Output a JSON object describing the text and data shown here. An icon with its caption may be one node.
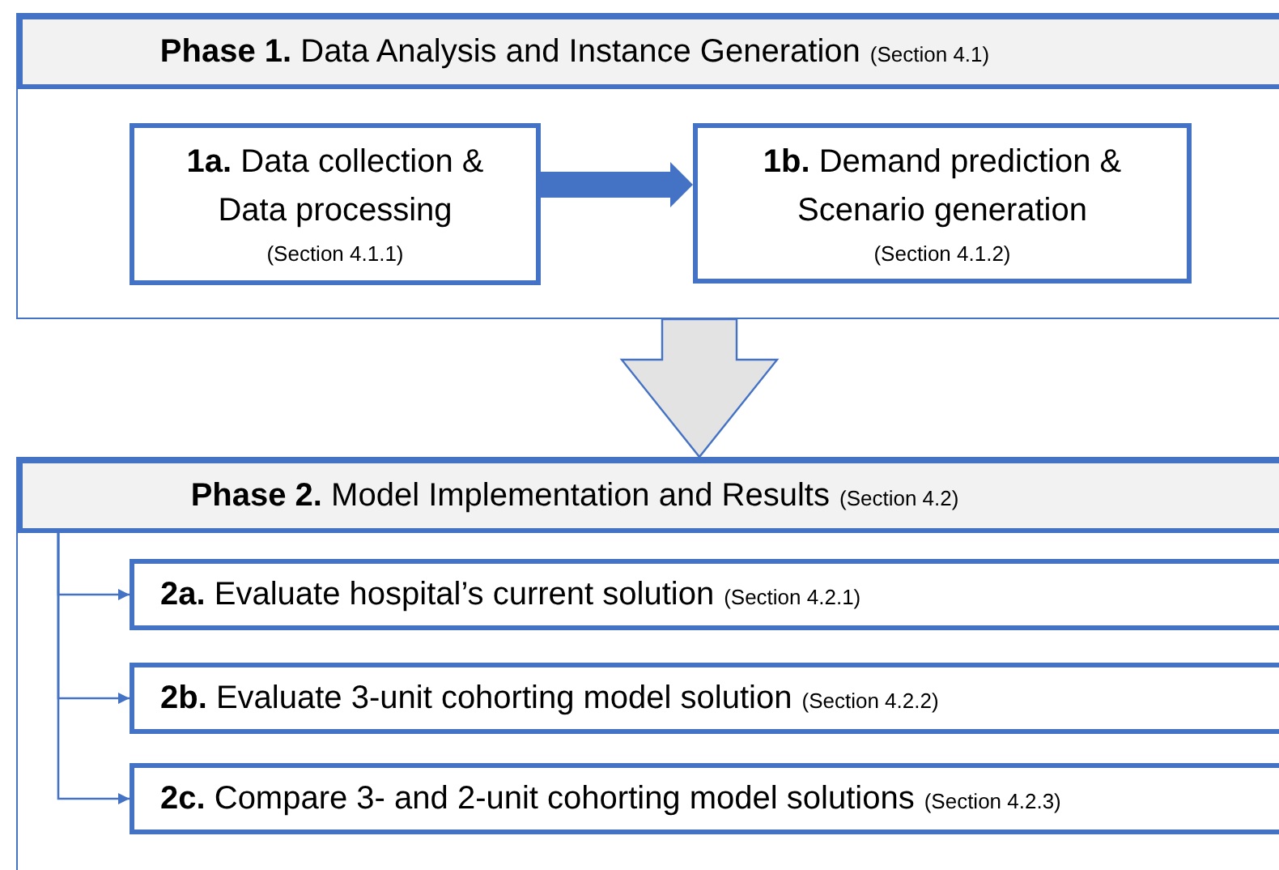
{
  "diagram": {
    "nodes": [
      {
        "text": [
          "**Phase 1.** Data Analysis and Instance Generation",
          "(Section 4.1)"
        ]
      },
      {
        "text": [
          "**1a.** Data collection & Data processing",
          "(Section 4.1.1)"
        ],
        "in": 0
      },
      {
        "text": [
          "**1b.** Demand prediction & Scenario generation",
          "(Section 4.1.2)"
        ],
        "in": 0
      },
      {
        "text": [
          "**Phase 2.** Model Implementation and Results",
          "(Section 4.2)"
        ]
      },
      {
        "text": [
          "**2a.** Evaluate hospital’s current solution",
          "(Section 4.2.1)"
        ],
        "in": 3
      },
      {
        "text": [
          "**2b.** Evaluate 3-unit cohorting model solution",
          "(Section 4.2.2)"
        ],
        "in": 3
      },
      {
        "text": [
          "**2c.** Compare 3- and 2-unit cohorting model solutions",
          "(Section 4.2.3)"
        ],
        "in": 3
      }
    ],
    "edges": [
      {
        "from": 1,
        "to": 2,
        "arrow": "to",
        "style": "thick"
      },
      {
        "from": 0,
        "to": 3,
        "arrow": "to",
        "style": "thick",
        "color": "#e3e3e3"
      },
      {
        "from": 3,
        "to": 4,
        "arrow": "to"
      },
      {
        "from": 3,
        "to": 5,
        "arrow": "to"
      },
      {
        "from": 3,
        "to": 6,
        "arrow": "to"
      }
    ]
  }
}
